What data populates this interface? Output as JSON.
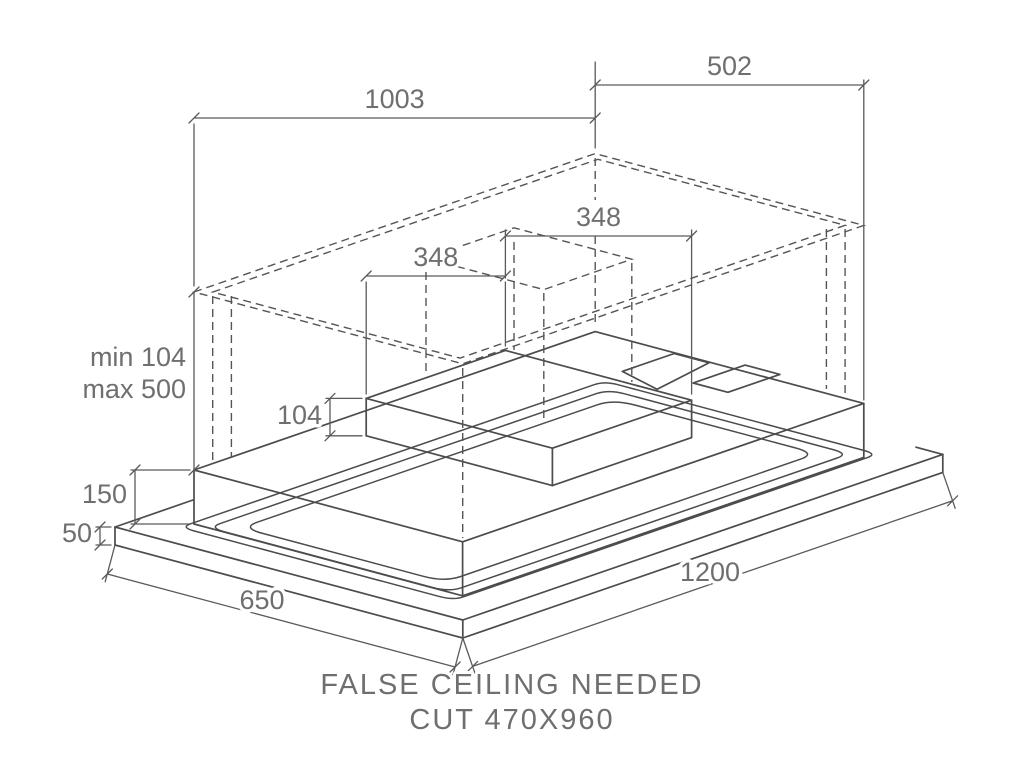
{
  "drawing": {
    "labels": {
      "top_width": "1003",
      "top_depth": "502",
      "duct_width": "348",
      "duct_depth": "348",
      "inner_height": "104",
      "recess_min": "min 104",
      "recess_max": "max 500",
      "body_height": "150",
      "panel_thickness": "50",
      "panel_width": "1200",
      "panel_depth": "650"
    },
    "caption": {
      "line1": "FALSE CEILING NEEDED",
      "line2": "CUT 470X960"
    },
    "colors": {
      "line": "#4c4c4c",
      "text": "#6f6f6f",
      "background": "#ffffff"
    }
  }
}
